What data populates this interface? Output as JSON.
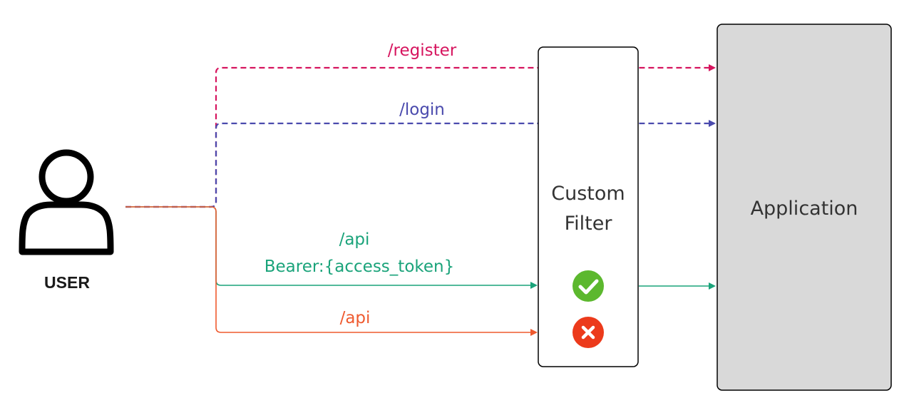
{
  "user": {
    "label": "USER",
    "icon": "user-icon"
  },
  "filter": {
    "line1": "Custom",
    "line2": "Filter"
  },
  "application": {
    "label": "Application",
    "fill": "#d9d9d9"
  },
  "flows": {
    "register": {
      "label": "/register",
      "color": "#d6145e",
      "style": "dashed"
    },
    "login": {
      "label": "/login",
      "color": "#4a4aad",
      "style": "dashed"
    },
    "api_auth": {
      "label_line1": "/api",
      "label_line2": "Bearer:{access_token}",
      "color": "#1aa37a",
      "style": "solid"
    },
    "api_noauth": {
      "label": "/api",
      "color": "#ef5a2f",
      "style": "solid"
    }
  },
  "status": {
    "success": {
      "icon": "check-circle-icon",
      "color": "#5cb82e"
    },
    "failure": {
      "icon": "x-circle-icon",
      "color": "#ec3a1b"
    }
  }
}
